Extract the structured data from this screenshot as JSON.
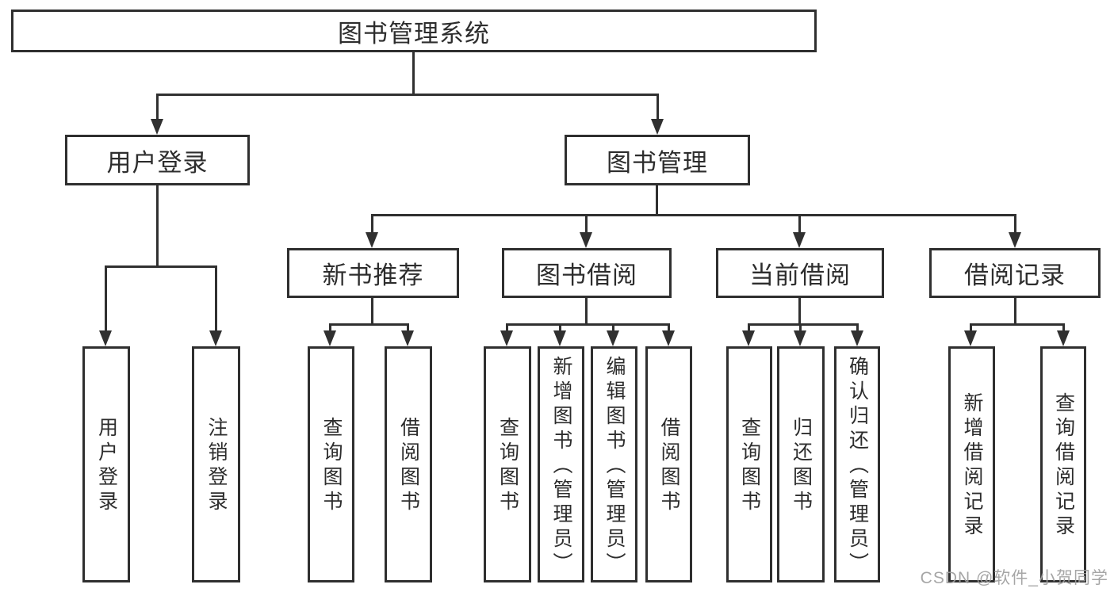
{
  "nodes": {
    "root": "图书管理系统",
    "level2": {
      "user_login": "用户登录",
      "book_management": "图书管理"
    },
    "level3": {
      "new_book_recommend": "新书推荐",
      "book_borrow": "图书借阅",
      "current_borrow": "当前借阅",
      "borrow_record": "借阅记录"
    },
    "leaves": {
      "user_login_leaf": "用户登录",
      "logout": "注销登录",
      "query_book_1": "查询图书",
      "borrow_book_1": "借阅图书",
      "query_book_2": "查询图书",
      "add_book_admin": "新增图书（管理员）",
      "edit_book_admin": "编辑图书（管理员）",
      "borrow_book_2": "借阅图书",
      "query_book_3": "查询图书",
      "return_book": "归还图书",
      "confirm_return_admin": "确认归还（管理员）",
      "add_borrow_record": "新增借阅记录",
      "query_borrow_record": "查询借阅记录"
    }
  },
  "watermark": "CSDN @软件_小贺同学",
  "colors": {
    "line": "#303030",
    "border": "#2f2f2f",
    "text": "#2d2d2d",
    "watermark": "#9e9e9e",
    "background": "#ffffff"
  }
}
